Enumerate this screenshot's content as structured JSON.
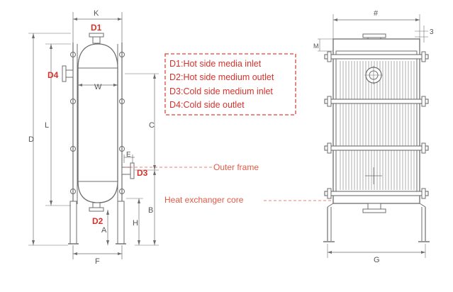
{
  "dimension_labels": {
    "K": "K",
    "D": "D",
    "L": "L",
    "W": "W",
    "C": "C",
    "E": "E",
    "B": "B",
    "H": "H",
    "A": "A",
    "F": "F",
    "G": "G",
    "top_right": "#",
    "three": "3",
    "M": "M"
  },
  "ports": {
    "d1": "D1",
    "d2": "D2",
    "d3": "D3",
    "d4": "D4"
  },
  "legend": {
    "items": [
      "D1:Hot side media inlet",
      "D2:Hot side medium outlet",
      "D3:Cold side medium inlet",
      "D4:Cold side outlet"
    ],
    "border_color": "#e0403a",
    "text_color": "#d6322b"
  },
  "callouts": {
    "outer_frame": "Outer frame",
    "core": "Heat exchanger core"
  },
  "colors": {
    "line": "#6d6d6d",
    "port_label": "#d6322b",
    "callout": "#e25a45"
  }
}
